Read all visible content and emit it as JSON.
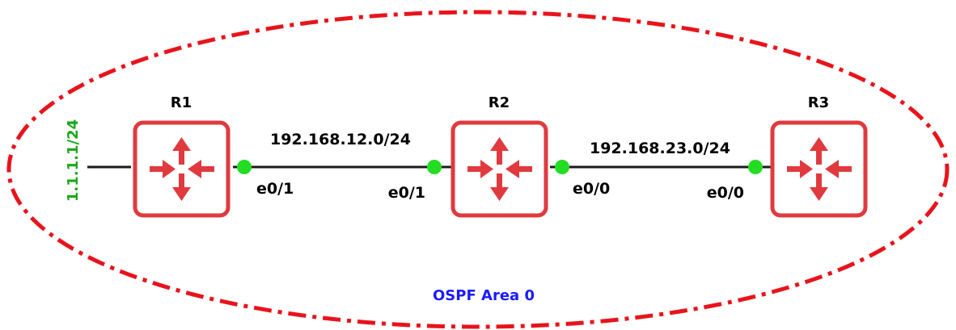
{
  "area": {
    "label": "OSPF Area 0",
    "border_color": "#e8141b",
    "label_color": "#1a1aff"
  },
  "colors": {
    "router": "#e03a3e",
    "link": "#1a1a1a",
    "port": "#22dd22",
    "loopback": "#1aa81a"
  },
  "routers": [
    {
      "name": "R1",
      "icon": "router-icon"
    },
    {
      "name": "R2",
      "icon": "router-icon"
    },
    {
      "name": "R3",
      "icon": "router-icon"
    }
  ],
  "links": [
    {
      "subnet": "192.168.12.0/24",
      "left_iface": "e0/1",
      "right_iface": "e0/1"
    },
    {
      "subnet": "192.168.23.0/24",
      "left_iface": "e0/0",
      "right_iface": "e0/0"
    }
  ],
  "loopback": {
    "label": "1.1.1.1/24"
  }
}
